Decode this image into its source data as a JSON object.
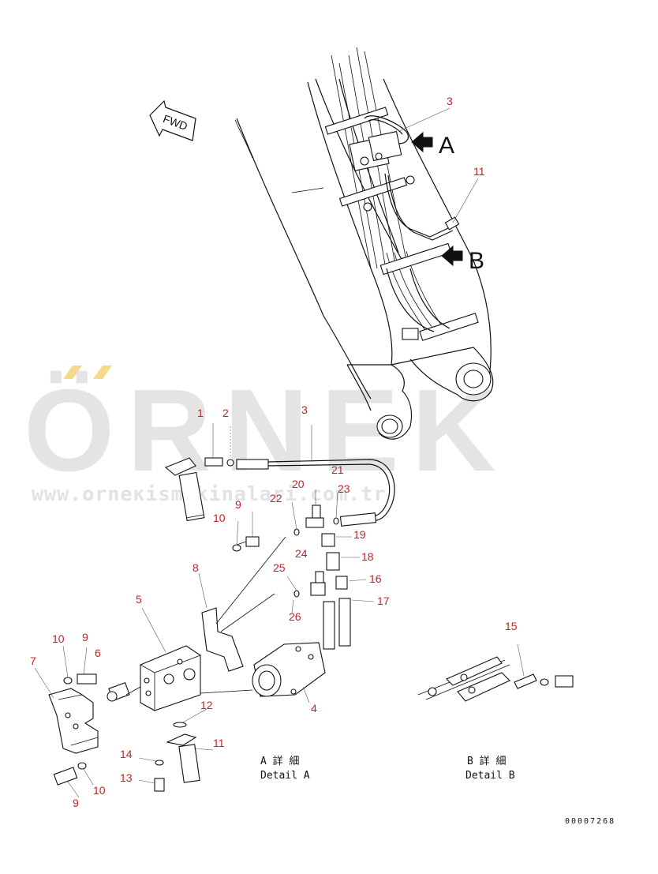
{
  "watermark": {
    "brand": "ÖRNEK",
    "url": "www.orneкismakinalari.com.tr",
    "accent_color": "#f5d98a",
    "text_color": "#e4e4e4"
  },
  "orientation": {
    "label": "FWD"
  },
  "views": {
    "arrow_a": "A",
    "arrow_b": "B"
  },
  "details": {
    "a_jp": "A 詳 細",
    "a_en": "Detail A",
    "b_jp": "B 詳 細",
    "b_en": "Detail B"
  },
  "callouts": {
    "top_3": "3",
    "top_11": "11",
    "c1": "1",
    "c2": "2",
    "c3": "3",
    "c4": "4",
    "c5": "5",
    "c6": "6",
    "c7": "7",
    "c8": "8",
    "c9a": "9",
    "c9b": "9",
    "c9c": "9",
    "c10a": "10",
    "c10b": "10",
    "c10c": "10",
    "c11": "11",
    "c12": "12",
    "c13": "13",
    "c14": "14",
    "c15": "15",
    "c16": "16",
    "c17": "17",
    "c18": "18",
    "c19": "19",
    "c20": "20",
    "c21": "21",
    "c22": "22",
    "c23": "23",
    "c24": "24",
    "c25": "25",
    "c26": "26"
  },
  "document_number": "00007268",
  "colors": {
    "callout": "#c8202a",
    "line": "#111111",
    "background": "#ffffff"
  }
}
